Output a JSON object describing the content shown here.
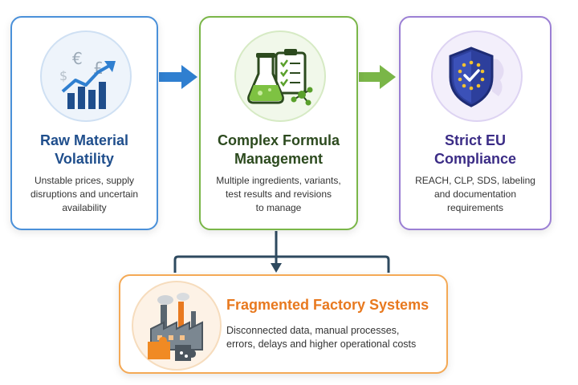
{
  "cards": {
    "raw_material": {
      "title_line1": "Raw Material",
      "title_line2": "Volatility",
      "desc_line1": "Unstable prices, supply",
      "desc_line2": "disruptions and uncertain",
      "desc_line3": "availability"
    },
    "formula": {
      "title_line1": "Complex Formula",
      "title_line2": "Management",
      "desc_line1": "Multiple ingredients, variants,",
      "desc_line2": "test results and revisions",
      "desc_line3": "to manage"
    },
    "compliance": {
      "title_line1": "Strict EU",
      "title_line2": "Compliance",
      "desc_line1": "REACH, CLP, SDS, labeling",
      "desc_line2": "and documentation",
      "desc_line3": "requirements"
    },
    "factory": {
      "title": "Fragmented Factory Systems",
      "desc_line1": "Disconnected data, manual processes,",
      "desc_line2": "errors, delays and higher operational costs"
    }
  },
  "icons": {
    "currency": [
      "€",
      "£",
      "$"
    ]
  },
  "colors": {
    "blue": "#4a90d9",
    "green": "#7ab648",
    "purple": "#9b7fd4",
    "orange": "#f4a955",
    "connector": "#2e4a5f"
  }
}
